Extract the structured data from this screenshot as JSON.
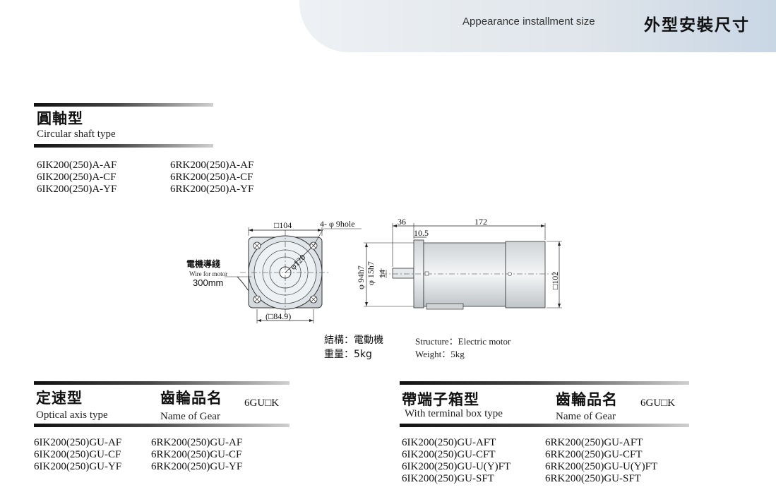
{
  "header": {
    "title_en": "Appearance installment size",
    "title_zh": "外型安裝尺寸"
  },
  "circular": {
    "title_zh": "圓軸型",
    "title_en": "Circular shaft type",
    "models_left": [
      "6IK200(250)A-AF",
      "6IK200(250)A-CF",
      "6IK200(250)A-YF"
    ],
    "models_right": [
      "6RK200(250)A-AF",
      "6RK200(250)A-CF",
      "6RK200(250)A-YF"
    ]
  },
  "drawing": {
    "front": {
      "size_label": "□104",
      "hole_label": "4- φ 9hole",
      "bottom_label": "(□84.9)",
      "diameter_label": "φ120",
      "wire_zh": "電機導綫",
      "wire_en": "Wire for motor",
      "wire_len": "300mm"
    },
    "side": {
      "dim_36": "36",
      "dim_172": "172",
      "dim_105": "10.5",
      "dim_94": "φ 94h7",
      "dim_15": "φ 15h7",
      "dim_14": "14",
      "dim_102": "□102"
    },
    "structure_zh_label": "結構：電動機",
    "weight_zh_label": "重量：5kg",
    "structure_en": "Structure：Electric motor",
    "weight_en": "Weight：5kg"
  },
  "optical": {
    "title_zh": "定速型",
    "title_en": "Optical axis type",
    "gear_zh": "齒輪品名",
    "gear_en": "Name of Gear",
    "gear_code": "6GU□K",
    "models_left": [
      "6IK200(250)GU-AF",
      "6IK200(250)GU-CF",
      "6IK200(250)GU-YF"
    ],
    "models_right": [
      "6RK200(250)GU-AF",
      "6RK200(250)GU-CF",
      "6RK200(250)GU-YF"
    ]
  },
  "terminal": {
    "title_zh": "帶端子箱型",
    "title_en": "With terminal box type",
    "gear_zh": "齒輪品名",
    "gear_en": "Name of Gear",
    "gear_code": "6GU□K",
    "models_left": [
      "6IK200(250)GU-AFT",
      "6IK200(250)GU-CFT",
      "6IK200(250)GU-U(Y)FT",
      "6IK200(250)GU-SFT"
    ],
    "models_right": [
      "6RK200(250)GU-AFT",
      "6RK200(250)GU-CFT",
      "6RK200(250)GU-U(Y)FT",
      "6RK200(250)GU-SFT"
    ]
  }
}
